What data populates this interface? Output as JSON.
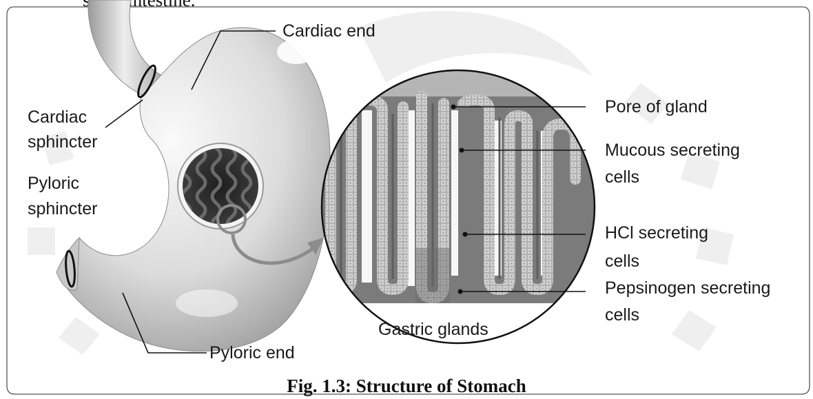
{
  "intro_text_fragment": "small intestine.",
  "caption": "Fig. 1.3: Structure of Stomach",
  "labels": {
    "cardiac_end": "Cardiac end",
    "cardiac_sphincter_line1": "Cardiac",
    "cardiac_sphincter_line2": "sphincter",
    "pyloric_sphincter_line1": "Pyloric",
    "pyloric_sphincter_line2": "sphincter",
    "pyloric_end": "Pyloric end",
    "gastric_glands": "Gastric glands",
    "pore_of_gland": "Pore of gland",
    "mucous_line1": "Mucous secreting",
    "mucous_line2": "cells",
    "hcl_line1": "HCl secreting",
    "hcl_line2": "cells",
    "pepsinogen_line1": "Pepsinogen secreting",
    "pepsinogen_line2": "cells"
  },
  "colors": {
    "stomach_fill": "#d4d4d4",
    "gland_dark": "#7b7b7b",
    "gland_cells": "#cfcfcf",
    "arrow": "#8c8c8c",
    "watermark": "#eeeeee"
  }
}
